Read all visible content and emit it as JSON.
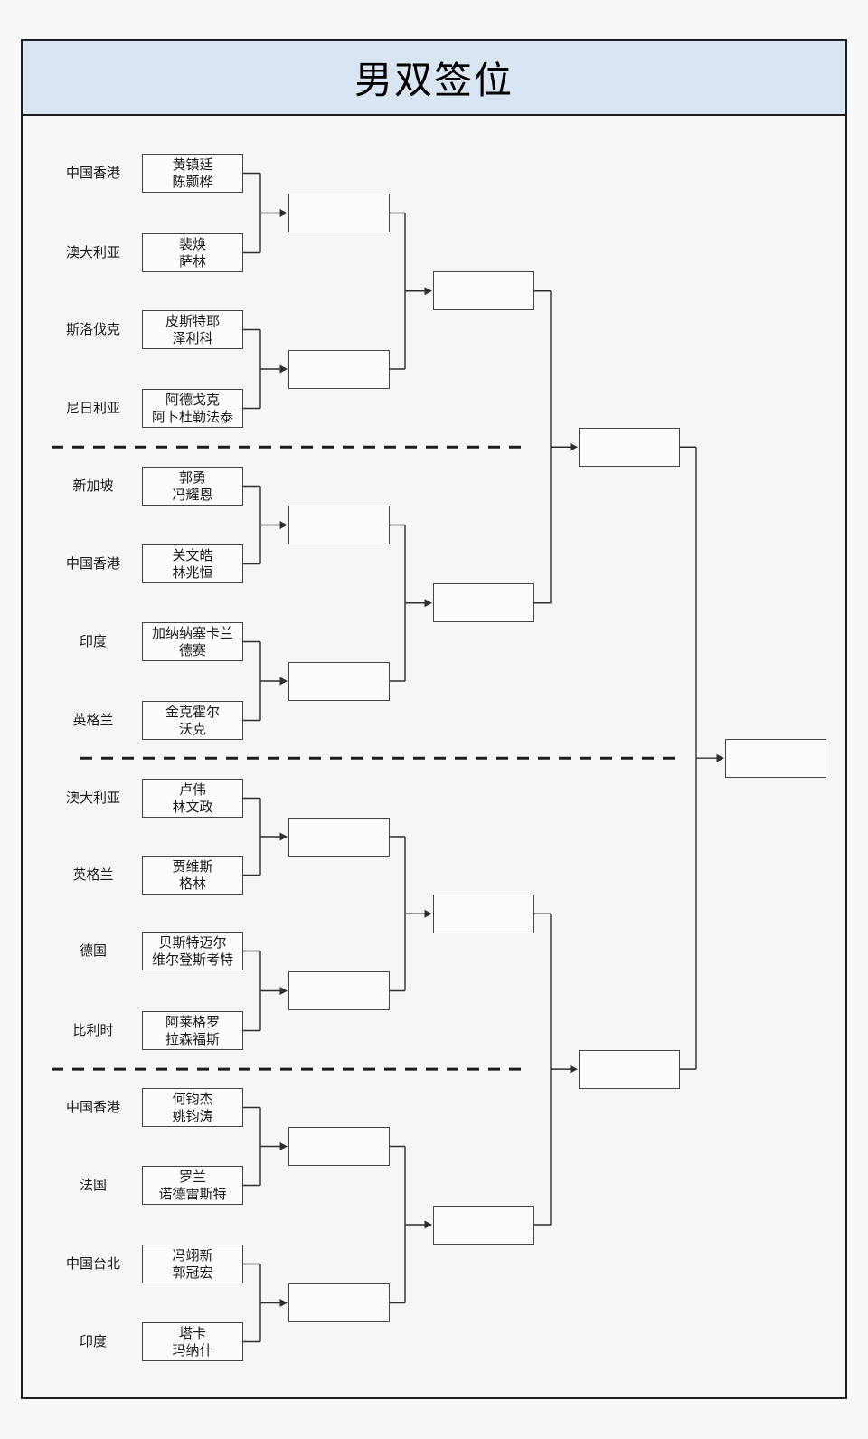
{
  "title": "男双签位",
  "colors": {
    "page_bg": "#f8f8f8",
    "panel_bg": "#f6f6f6",
    "title_bg": "#d9e5f2",
    "frame_border": "#1f1f1f",
    "box_border": "#454545",
    "line": "#2f2f2f"
  },
  "bracket": {
    "entries": [
      {
        "country": "中国香港",
        "players": [
          "黄镇廷",
          "陈颢桦"
        ]
      },
      {
        "country": "澳大利亚",
        "players": [
          "裴焕",
          "萨林"
        ]
      },
      {
        "country": "斯洛伐克",
        "players": [
          "皮斯特耶",
          "泽利科"
        ]
      },
      {
        "country": "尼日利亚",
        "players": [
          "阿德戈克",
          "阿卜杜勒法泰"
        ]
      },
      {
        "country": "新加坡",
        "players": [
          "郭勇",
          "冯耀恩"
        ]
      },
      {
        "country": "中国香港",
        "players": [
          "关文皓",
          "林兆恒"
        ]
      },
      {
        "country": "印度",
        "players": [
          "加纳纳塞卡兰",
          "德赛"
        ]
      },
      {
        "country": "英格兰",
        "players": [
          "金克霍尔",
          "沃克"
        ]
      },
      {
        "country": "澳大利亚",
        "players": [
          "卢伟",
          "林文政"
        ]
      },
      {
        "country": "英格兰",
        "players": [
          "贾维斯",
          "格林"
        ]
      },
      {
        "country": "德国",
        "players": [
          "贝斯特迈尔",
          "维尔登斯考特"
        ]
      },
      {
        "country": "比利时",
        "players": [
          "阿莱格罗",
          "拉森福斯"
        ]
      },
      {
        "country": "中国香港",
        "players": [
          "何钧杰",
          "姚钧涛"
        ]
      },
      {
        "country": "法国",
        "players": [
          "罗兰",
          "诺德雷斯特"
        ]
      },
      {
        "country": "中国台北",
        "players": [
          "冯翊新",
          "郭冠宏"
        ]
      },
      {
        "country": "印度",
        "players": [
          "塔卡",
          "玛纳什"
        ]
      }
    ]
  }
}
